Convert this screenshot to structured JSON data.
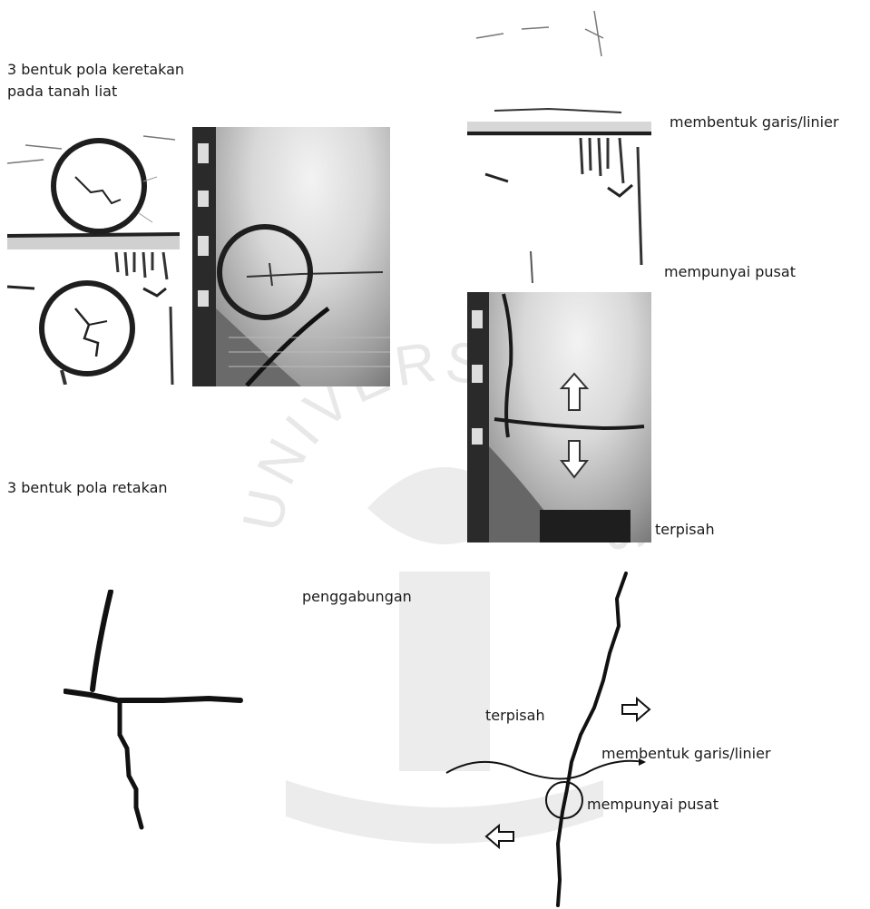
{
  "top_caption_line1": "3 bentuk pola keretakan",
  "top_caption_line2": "pada tanah liat",
  "right_labels": {
    "linear": "membentuk garis/linier",
    "center": "mempunyai pusat",
    "separated": "terpisah"
  },
  "mid_caption": "3 bentuk pola retakan",
  "diagram_labels": {
    "merge": "penggabungan",
    "separated": "terpisah",
    "linear": "membentuk garis/linier",
    "center": "mempunyai pusat"
  },
  "watermark_text": "UNIVERSITAS ISLAM INDONESIA"
}
